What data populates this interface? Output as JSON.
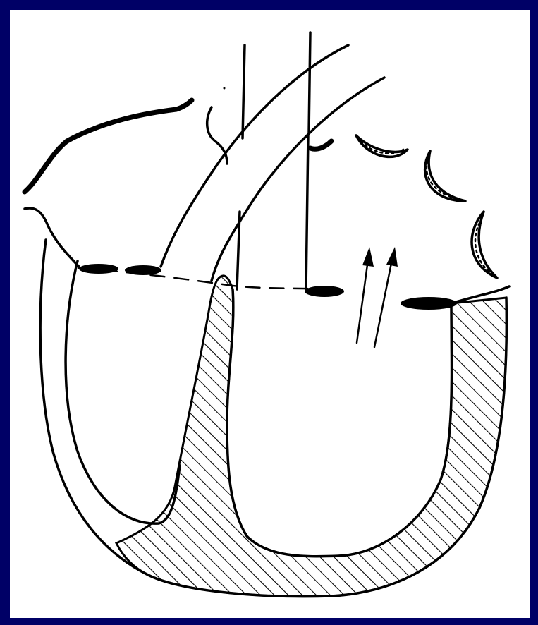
{
  "figure": {
    "frame_color": "#000066",
    "panel_color": "#ffffff",
    "ink_color": "#000000",
    "hatch_spacing_units": 14,
    "flow_arrow_count": 2,
    "icon": "heart-cross-section-line-drawing"
  }
}
